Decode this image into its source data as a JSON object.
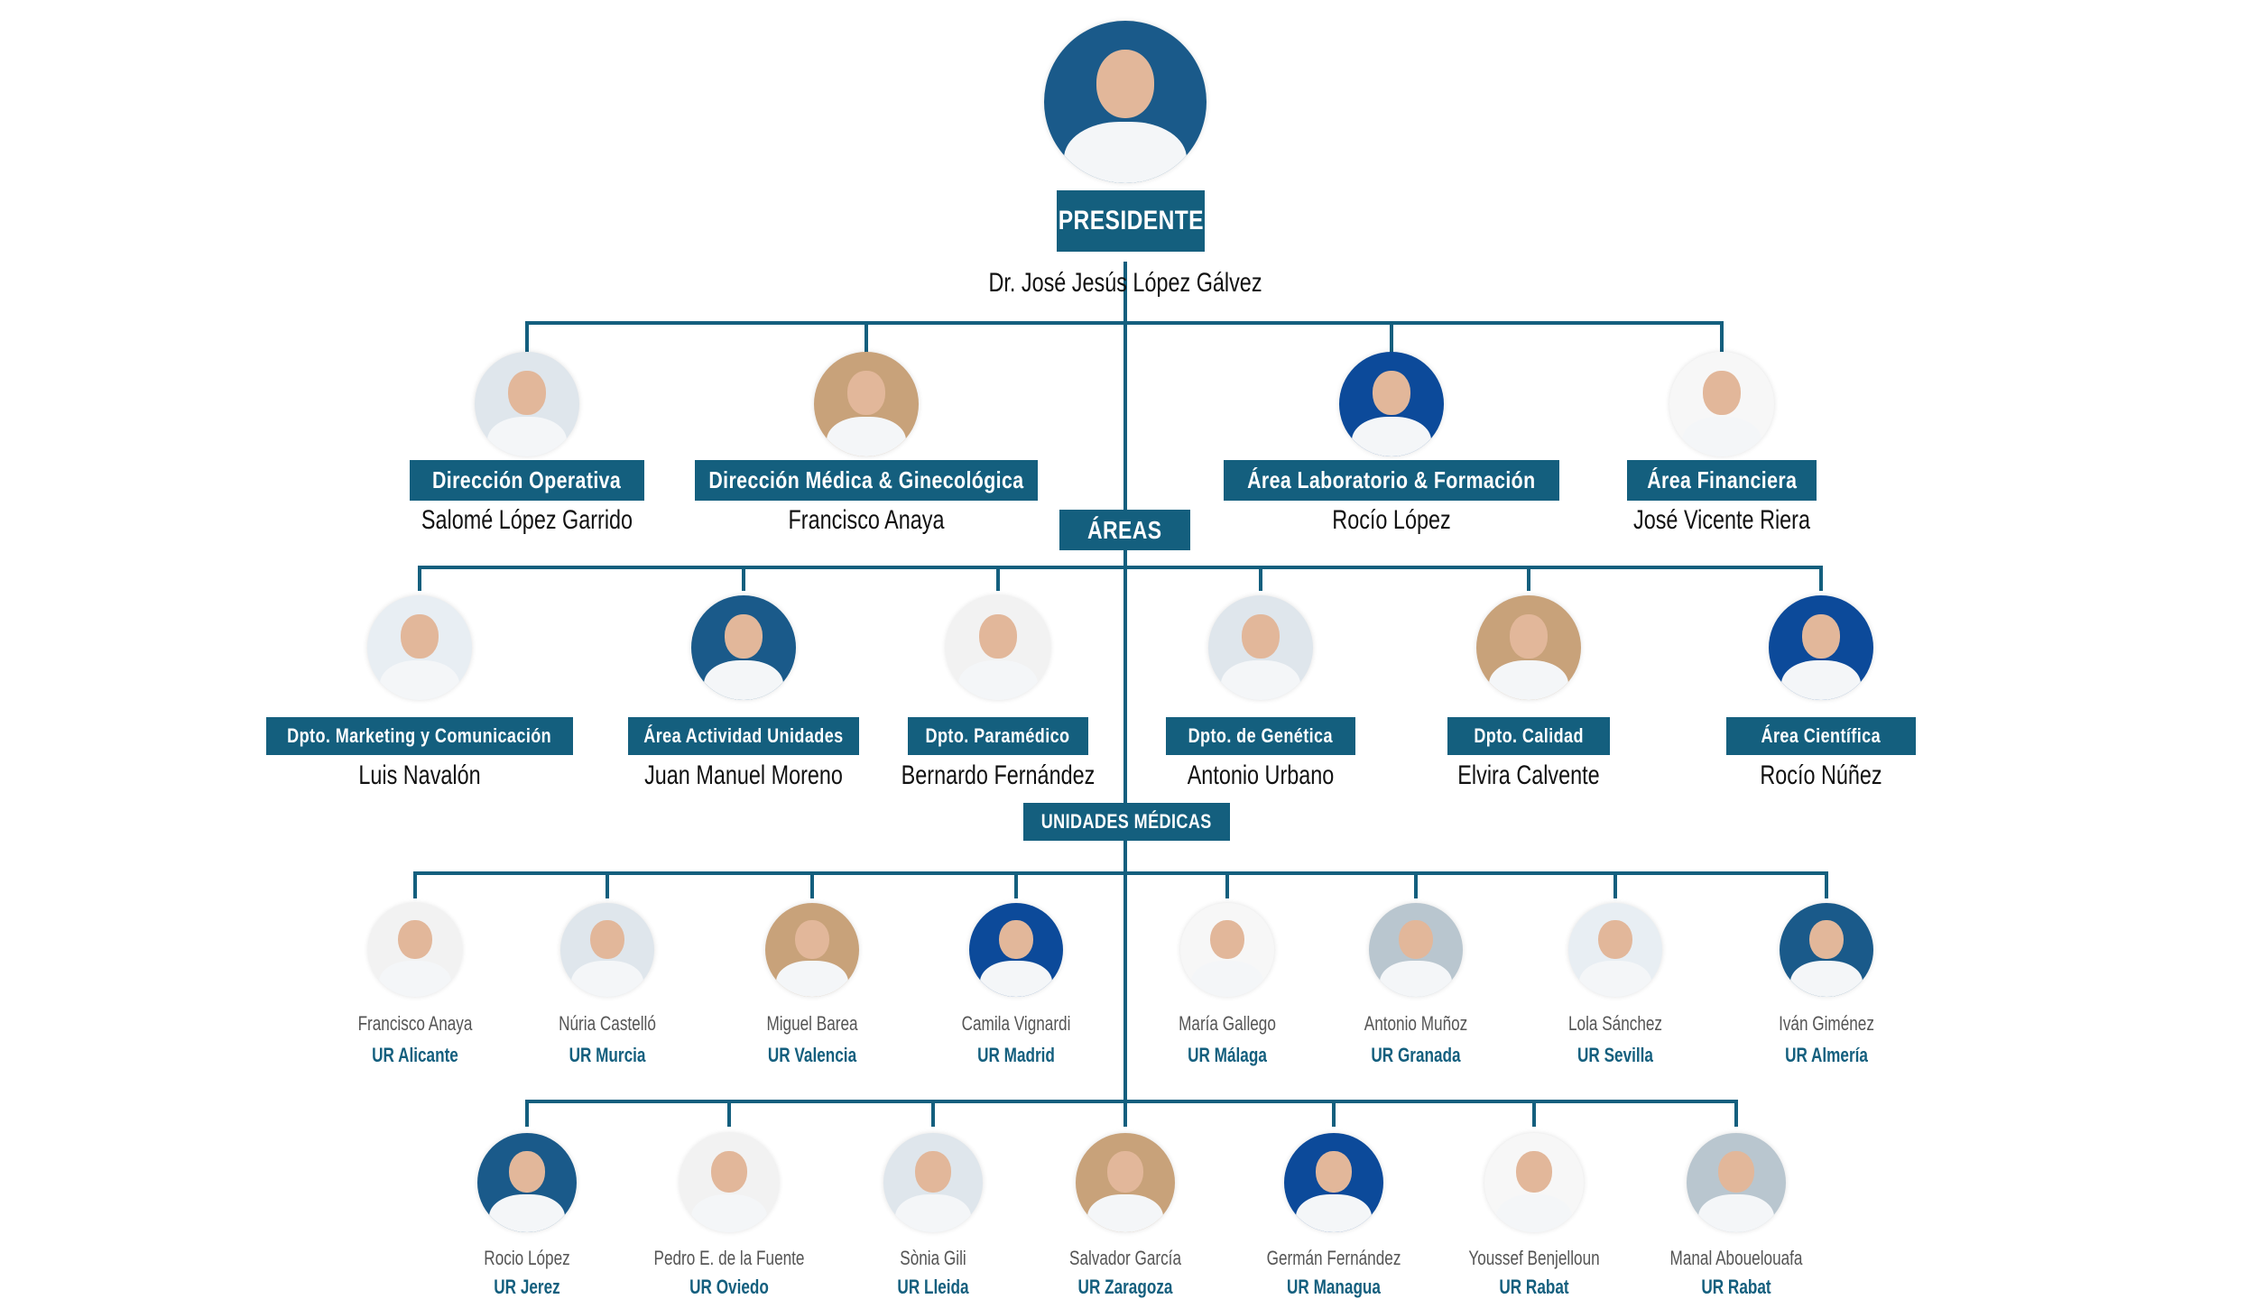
{
  "accent_color": "#145f7e",
  "president": {
    "title": "PRESIDENTE",
    "name": "Dr. José Jesús López Gálvez"
  },
  "section_labels": {
    "areas": "ÁREAS",
    "unidades": "UNIDADES MÉDICAS"
  },
  "directors": [
    {
      "title": "Dirección Operativa",
      "name": "Salomé López Garrido"
    },
    {
      "title": "Dirección Médica & Ginecológica",
      "name": "Francisco Anaya"
    },
    {
      "title": "Área Laboratorio & Formación",
      "name": "Rocío López"
    },
    {
      "title": "Área Financiera",
      "name": "José Vicente Riera"
    }
  ],
  "areas": [
    {
      "title": "Dpto. Marketing y Comunicación",
      "name": "Luis Navalón"
    },
    {
      "title": "Área Actividad Unidades",
      "name": "Juan Manuel Moreno"
    },
    {
      "title": "Dpto. Paramédico",
      "name": "Bernardo Fernández"
    },
    {
      "title": "Dpto. de Genética",
      "name": "Antonio Urbano"
    },
    {
      "title": "Dpto. Calidad",
      "name": "Elvira Calvente"
    },
    {
      "title": "Área Científica",
      "name": "Rocío Núñez"
    }
  ],
  "units_row1": [
    {
      "name": "Francisco Anaya",
      "unit": "UR Alicante"
    },
    {
      "name": "Núria Castelló",
      "unit": "UR Murcia"
    },
    {
      "name": "Miguel Barea",
      "unit": "UR Valencia"
    },
    {
      "name": "Camila Vignardi",
      "unit": "UR Madrid"
    },
    {
      "name": "María Gallego",
      "unit": "UR Málaga"
    },
    {
      "name": "Antonio Muñoz",
      "unit": "UR Granada"
    },
    {
      "name": "Lola Sánchez",
      "unit": "UR Sevilla"
    },
    {
      "name": "Iván Giménez",
      "unit": "UR Almería"
    }
  ],
  "units_row2": [
    {
      "name": "Rocio López",
      "unit": "UR Jerez"
    },
    {
      "name": "Pedro E. de la Fuente",
      "unit": "UR Oviedo"
    },
    {
      "name": "Sònia Gili",
      "unit": "UR Lleida"
    },
    {
      "name": "Salvador García",
      "unit": "UR Zaragoza"
    },
    {
      "name": "Germán Fernández",
      "unit": "UR Managua"
    },
    {
      "name": "Youssef Benjelloun",
      "unit": "UR Rabat"
    },
    {
      "name": "Manal Abouelouafa",
      "unit": "UR Rabat"
    }
  ]
}
